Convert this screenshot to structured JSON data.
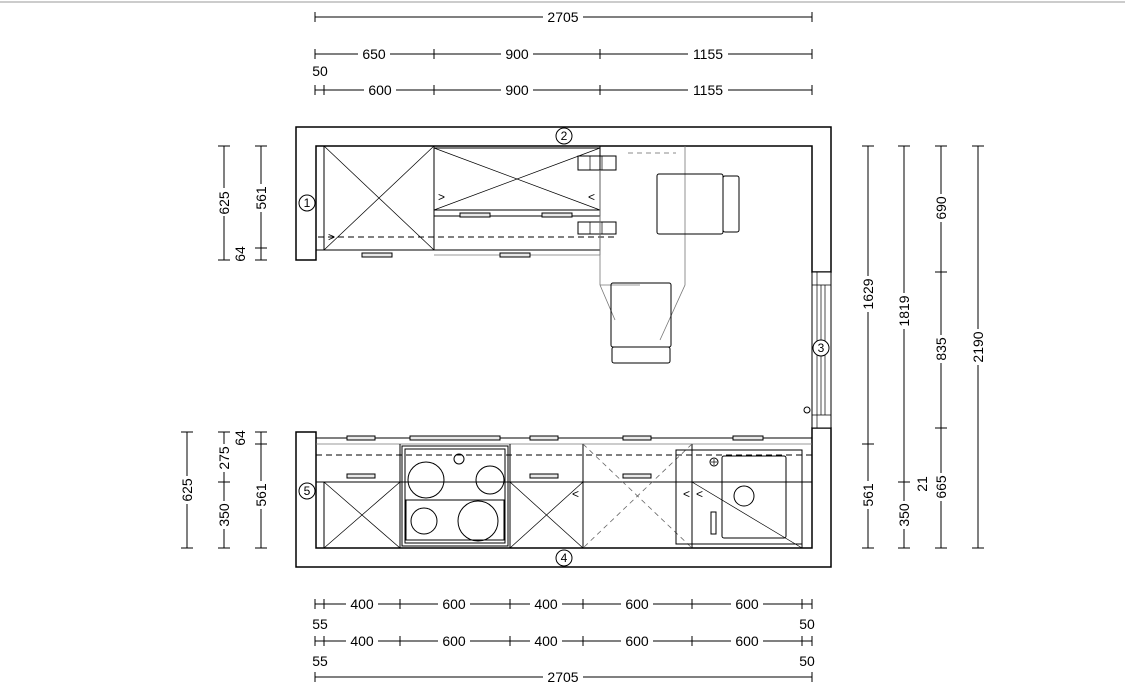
{
  "dims": {
    "top_total": "2705",
    "top_row1": [
      "650",
      "900",
      "1155"
    ],
    "top_offset": "50",
    "top_row2": [
      "600",
      "900",
      "1155"
    ],
    "left_upper": [
      "625",
      "561",
      "64"
    ],
    "left_lower": [
      "64",
      "275",
      "625",
      "350",
      "561"
    ],
    "right_inner": [
      "1629",
      "561"
    ],
    "right_mid": [
      "1819",
      "350",
      "21"
    ],
    "right_outer": [
      "690",
      "835",
      "665"
    ],
    "right_total": "2190",
    "bottom_row1": [
      "400",
      "600",
      "400",
      "600",
      "600"
    ],
    "bottom_offsets_1": [
      "55",
      "50"
    ],
    "bottom_row2": [
      "400",
      "600",
      "400",
      "600",
      "600"
    ],
    "bottom_offsets_2": [
      "55",
      "50"
    ],
    "bottom_total": "2705"
  },
  "walls": [
    "1",
    "2",
    "3",
    "4",
    "5"
  ]
}
